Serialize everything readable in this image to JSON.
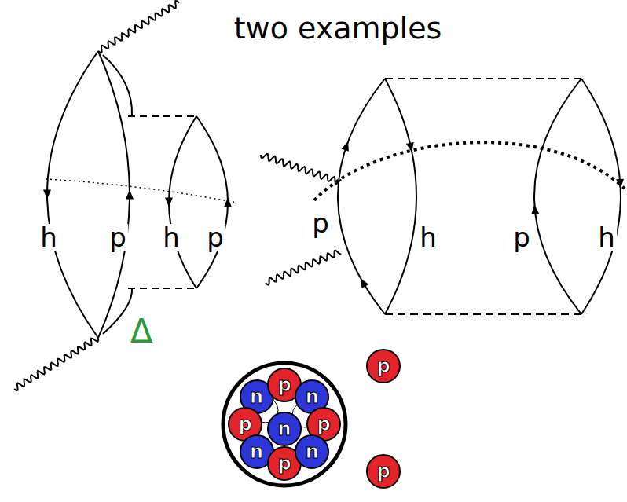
{
  "diagram": {
    "title": "two examples",
    "nodes": [
      {
        "text": [
          "n"
        ]
      },
      {
        "text": [
          "p"
        ]
      },
      {
        "text": [
          "n"
        ]
      },
      {
        "text": [
          "p"
        ]
      },
      {
        "text": [
          "n"
        ]
      },
      {
        "text": [
          "p"
        ]
      },
      {
        "text": [
          "n"
        ]
      },
      {
        "text": [
          "p"
        ]
      },
      {
        "text": [
          "n"
        ]
      },
      {
        "text": [
          "p"
        ]
      },
      {
        "text": [
          "p"
        ]
      }
    ],
    "labels": [
      "h",
      "p",
      "h",
      "p",
      "Δ",
      "p",
      "h",
      "p",
      "h"
    ]
  }
}
